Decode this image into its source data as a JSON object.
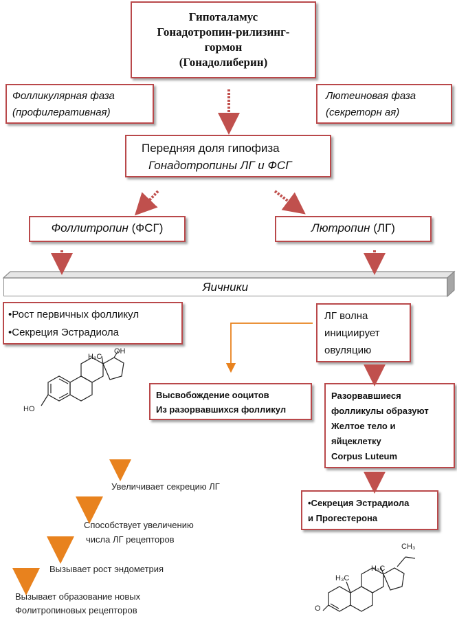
{
  "hypothalamus": {
    "line1": "Гипоталамус",
    "line2": "Гонадотропин-рилизинг-",
    "line3": "гормон",
    "line4": "(Гонадолиберин)"
  },
  "follicular_phase": {
    "line1": "Фолликулярная фаза",
    "line2": "(профилеративная)"
  },
  "luteal_phase": {
    "line1": "Лютеиновая фаза",
    "line2": "(секреторн ая)"
  },
  "pituitary": {
    "line1": "Передняя доля гипофиза",
    "line2": "Гонадотропины ЛГ и ФСГ"
  },
  "fsh": {
    "name": "Фоллитропин",
    "abbr": "(ФСГ)"
  },
  "lh": {
    "name": "Лютропин",
    "abbr": "(ЛГ)"
  },
  "ovaries": {
    "label": "Яичники"
  },
  "left_effects": {
    "item1": "•Рост первичных  фолликул",
    "item2": "•Секреция  Эстрадиола"
  },
  "lh_wave": {
    "line1": "ЛГ  волна",
    "line2": "инициирует",
    "line3": "овуляцию"
  },
  "oocyte_release": {
    "line1": "Высвобождение ооцитов",
    "line2": "Из разорвавшихся фолликул"
  },
  "ruptured_follicles": {
    "line1": "Разорвавшиеся",
    "line2": "фолликулы образуют",
    "line3": "Желтое тело и",
    "line4": "яйцеклетку",
    "line5": "Corpus Luteum"
  },
  "luteal_secretion": {
    "line1": "•Секреция Эстрадиола",
    "line2": "и Прогестерона"
  },
  "estradiol_labels": {
    "oh_top": "OH",
    "methyl": "H₃C",
    "ho": "HO"
  },
  "progesterone_labels": {
    "ch3": "CH₃",
    "methyl1": "H₃C",
    "methyl2": "H₃C",
    "o": "O"
  },
  "effects": {
    "e1": "Увеличивает секрецию ЛГ",
    "e2a": "Способствует увеличению",
    "e2b": "числа ЛГ рецепторов",
    "e3": "Вызывает рост эндометрия",
    "e4a": "Вызывает образование новых",
    "e4b": "Фолитропиновых рецепторов"
  },
  "colors": {
    "border": "#b9484a",
    "arrow_red": "#c0504d",
    "arrow_orange": "#e8821e",
    "prism_grey": "#a6a6a6"
  }
}
